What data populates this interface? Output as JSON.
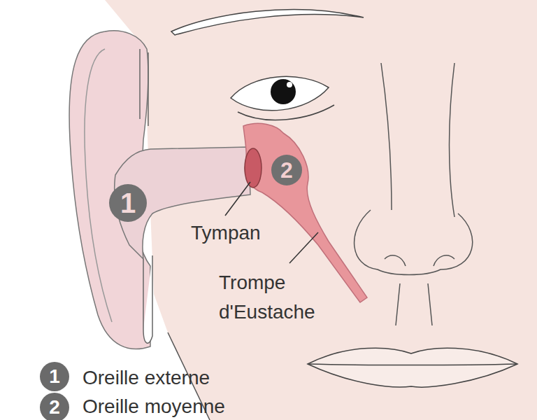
{
  "diagram": {
    "labels": [
      "1",
      "2",
      "Tympan",
      "Trompe d'Eustache",
      "1",
      "2"
    ],
    "legend": [
      {
        "text": "Oreille externe"
      },
      {
        "text": "Oreille moyenne"
      }
    ]
  }
}
